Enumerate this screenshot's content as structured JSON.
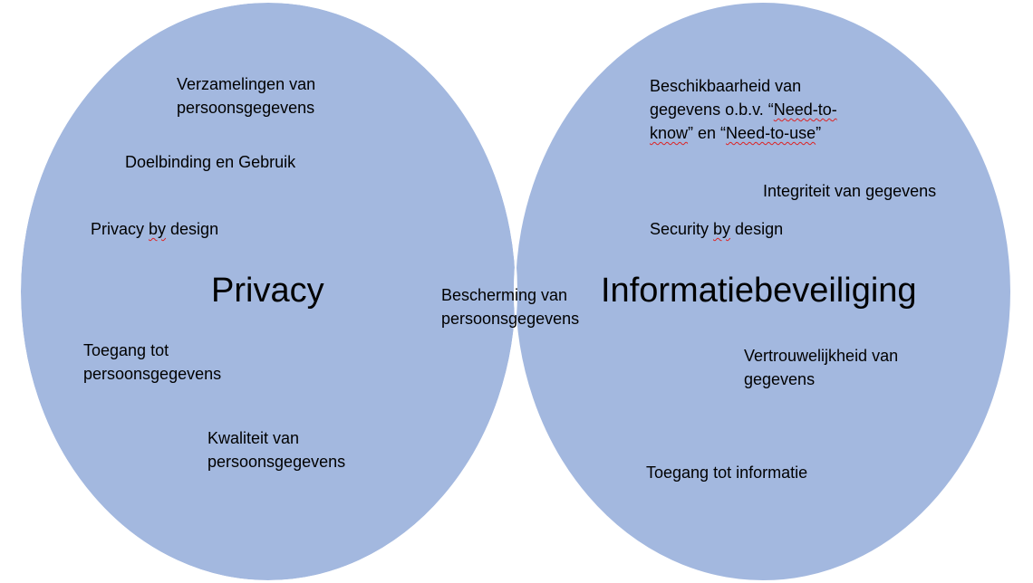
{
  "colors": {
    "circle": "#a3b8df",
    "overlap": "#7898cf",
    "outline": "#ffffff"
  },
  "left": {
    "title": "Privacy",
    "items": [
      {
        "lines": [
          "Verzamelingen van",
          "persoonsgegevens"
        ]
      },
      {
        "lines": [
          "Doelbinding en Gebruik"
        ]
      },
      {
        "pre": "Privacy ",
        "squiggle": "by",
        "post": " design"
      },
      {
        "lines": [
          "Toegang tot",
          "persoonsgegevens"
        ]
      },
      {
        "lines": [
          "Kwaliteit van",
          "persoonsgegevens"
        ]
      }
    ]
  },
  "overlap": {
    "lines": [
      "Bescherming van",
      "persoonsgegevens"
    ]
  },
  "right": {
    "title": "Informatiebeveiliging",
    "availability": {
      "line1": "Beschikbaarheid van",
      "line2_pre": "gegevens o.b.v. “",
      "line2_sq": "Need-to-",
      "line3_sq1": "know",
      "line3_mid": "” en “",
      "line3_sq2": "Need-to-use",
      "line3_post": "”"
    },
    "integrity": "Integriteit van gegevens",
    "security": {
      "pre": "Security ",
      "squiggle": "by",
      "post": " design"
    },
    "confidentiality": {
      "lines": [
        "Vertrouwelijkheid van",
        "gegevens"
      ]
    },
    "access": "Toegang tot informatie"
  }
}
